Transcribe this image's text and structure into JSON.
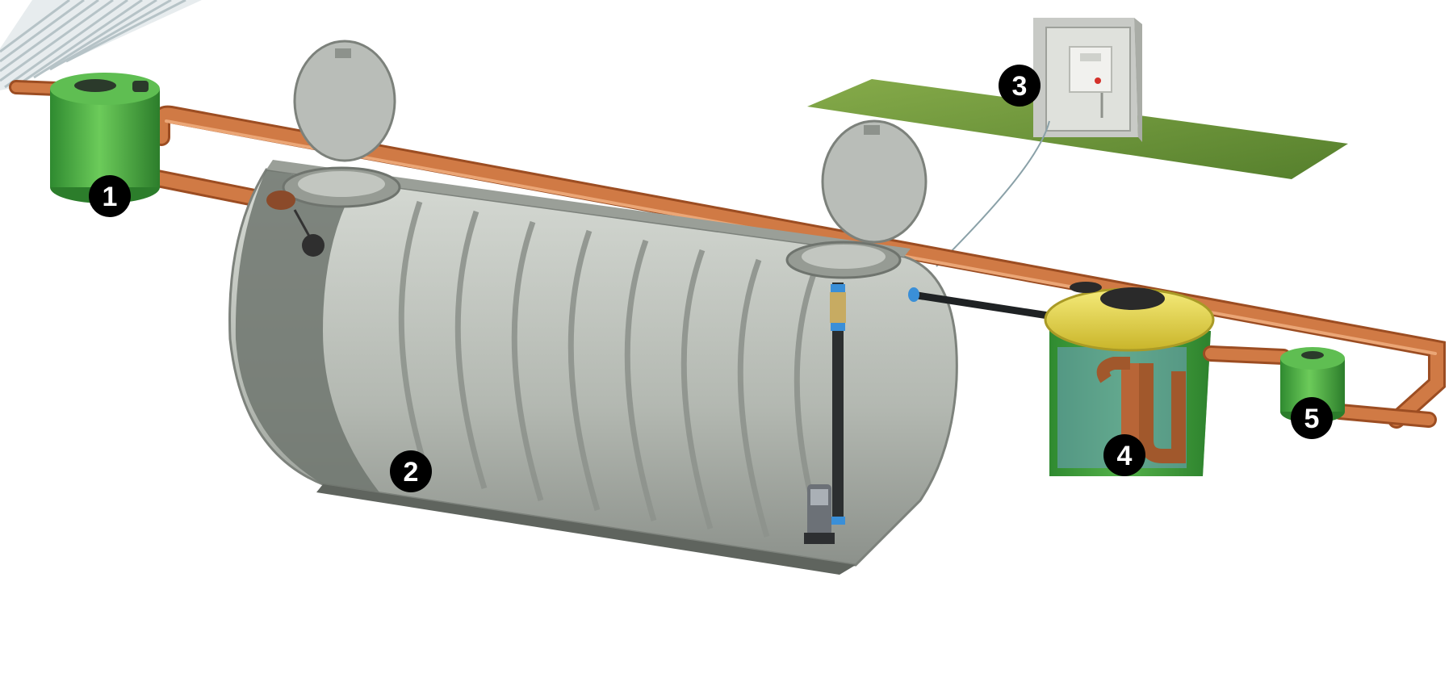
{
  "markers": [
    {
      "id": "1",
      "label": "1"
    },
    {
      "id": "2",
      "label": "2"
    },
    {
      "id": "3",
      "label": "3"
    },
    {
      "id": "4",
      "label": "4"
    },
    {
      "id": "5",
      "label": "5"
    }
  ],
  "colors": {
    "pipe": "#d07a45",
    "pipe_dark": "#a8562a",
    "green_tank": "#4db34a",
    "yellow_lid": "#e8d84a",
    "grey_tank": "#b8bdb8",
    "grass": "#6f9a3a",
    "marker": "#000000"
  }
}
